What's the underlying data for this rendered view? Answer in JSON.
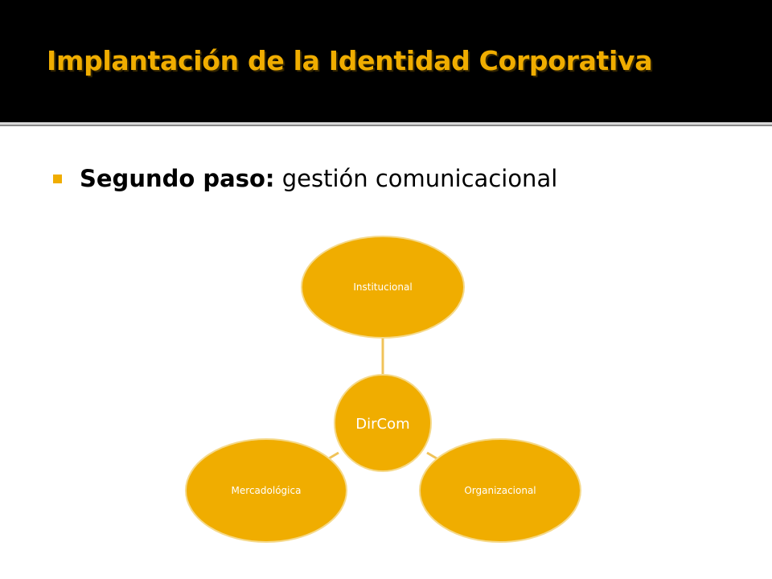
{
  "slide": {
    "title": "Implantación de la Identidad Corporativa",
    "bullet": {
      "bold": "Segundo paso:",
      "text": " gestión  comunicacional"
    }
  },
  "diagram": {
    "center": "DirCom",
    "top": "Institucional",
    "left": "Mercadológica",
    "right": "Organizacional"
  },
  "colors": {
    "accent": "#f0ad00",
    "node_fill": "#f0ad00",
    "node_border": "#f5d98a",
    "connector": "#f0c35a",
    "header_bg": "#000000",
    "content_bg": "#ffffff"
  }
}
